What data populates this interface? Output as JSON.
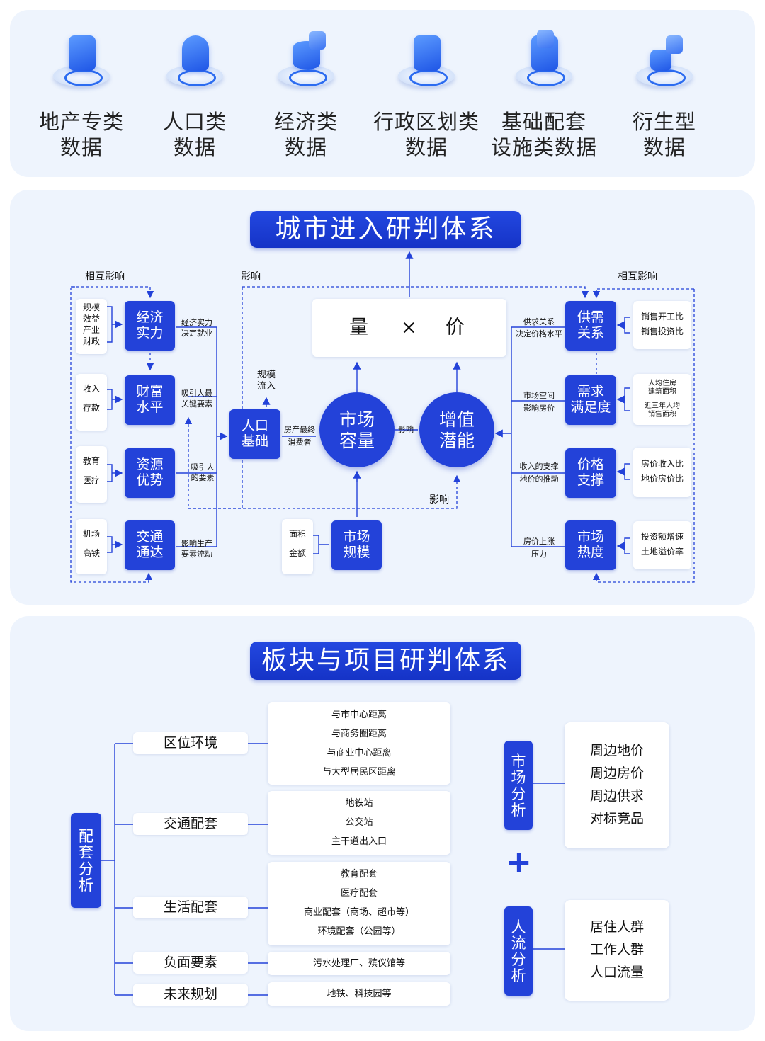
{
  "data_categories": [
    {
      "line1": "地产专类",
      "line2": "数据"
    },
    {
      "line1": "人口类",
      "line2": "数据"
    },
    {
      "line1": "经济类",
      "line2": "数据"
    },
    {
      "line1": "行政区划类",
      "line2": "数据"
    },
    {
      "line1": "基础配套",
      "line2": "设施类数据"
    },
    {
      "line1": "衍生型",
      "line2": "数据"
    }
  ],
  "city_system": {
    "title": "城市进入研判体系",
    "mutual_left": "相互影响",
    "mutual_right": "相互影响",
    "influence_top": "影响",
    "influence_bottom": "影响",
    "influence_mid": "影响",
    "volume_price": {
      "volume": "量",
      "times": "×",
      "price": "价"
    },
    "left_boxes": [
      {
        "l1": "经济",
        "l2": "实力",
        "inputs": [
          "规模",
          "效益",
          "产业",
          "财政"
        ],
        "note1": "经济实力",
        "note2": "决定就业"
      },
      {
        "l1": "财富",
        "l2": "水平",
        "inputs": [
          "收入",
          "存款"
        ],
        "note1": "吸引人最",
        "note2": "关键要素"
      },
      {
        "l1": "资源",
        "l2": "优势",
        "inputs": [
          "教育",
          "医疗"
        ],
        "note1": "吸引人",
        "note2": "的要素"
      },
      {
        "l1": "交通",
        "l2": "通达",
        "inputs": [
          "机场",
          "高铁"
        ],
        "note1": "影响生产",
        "note2": "要素流动"
      }
    ],
    "population": {
      "l1": "人口",
      "l2": "基础",
      "flow1": "规模",
      "flow2": "流入",
      "note1": "房产最终",
      "note2": "消费者"
    },
    "market_capacity": {
      "l1": "市场",
      "l2": "容量"
    },
    "value_potential": {
      "l1": "增值",
      "l2": "潜能"
    },
    "market_scale": {
      "l1": "市场",
      "l2": "规模",
      "inputs": [
        "面积",
        "金额"
      ]
    },
    "right_boxes": [
      {
        "l1": "供需",
        "l2": "关系",
        "note1": "供求关系",
        "note2": "决定价格水平",
        "outputs": [
          "销售开工比",
          "销售投资比"
        ]
      },
      {
        "l1": "需求",
        "l2": "满足度",
        "note1": "市场空间",
        "note2": "影响房价",
        "outputs": [
          "人均住房\n建筑面积",
          "近三年人均\n销售面积"
        ]
      },
      {
        "l1": "价格",
        "l2": "支撑",
        "note1": "收入的支撑",
        "note2": "地价的推动",
        "outputs": [
          "房价收入比",
          "地价房价比"
        ]
      },
      {
        "l1": "市场",
        "l2": "热度",
        "note1": "房价上涨",
        "note2": "压力",
        "outputs": [
          "投资额增速",
          "土地溢价率"
        ]
      }
    ]
  },
  "block_system": {
    "title": "板块与项目研判体系",
    "main_label": [
      "配",
      "套",
      "分",
      "析"
    ],
    "branches": [
      {
        "name": "区位环境",
        "items": [
          "与市中心距离",
          "与商务圈距离",
          "与商业中心距离",
          "与大型居民区距离"
        ]
      },
      {
        "name": "交通配套",
        "items": [
          "地铁站",
          "公交站",
          "主干道出入口"
        ]
      },
      {
        "name": "生活配套",
        "items": [
          "教育配套",
          "医疗配套",
          "商业配套（商场、超市等）",
          "环境配套（公园等）"
        ]
      },
      {
        "name": "负面要素",
        "items": [
          "污水处理厂、殡仪馆等"
        ]
      },
      {
        "name": "未来规划",
        "items": [
          "地铁、科技园等"
        ]
      }
    ],
    "market_analysis": {
      "label": [
        "市",
        "场",
        "分",
        "析"
      ],
      "items": [
        "周边地价",
        "周边房价",
        "周边供求",
        "对标竞品"
      ]
    },
    "plus": "+",
    "flow_analysis": {
      "label": [
        "人",
        "流",
        "分",
        "析"
      ],
      "items": [
        "居住人群",
        "工作人群",
        "人口流量"
      ]
    }
  },
  "colors": {
    "primary": "#2342d9",
    "panel": "#eef4fd",
    "line": "#2342d9"
  }
}
